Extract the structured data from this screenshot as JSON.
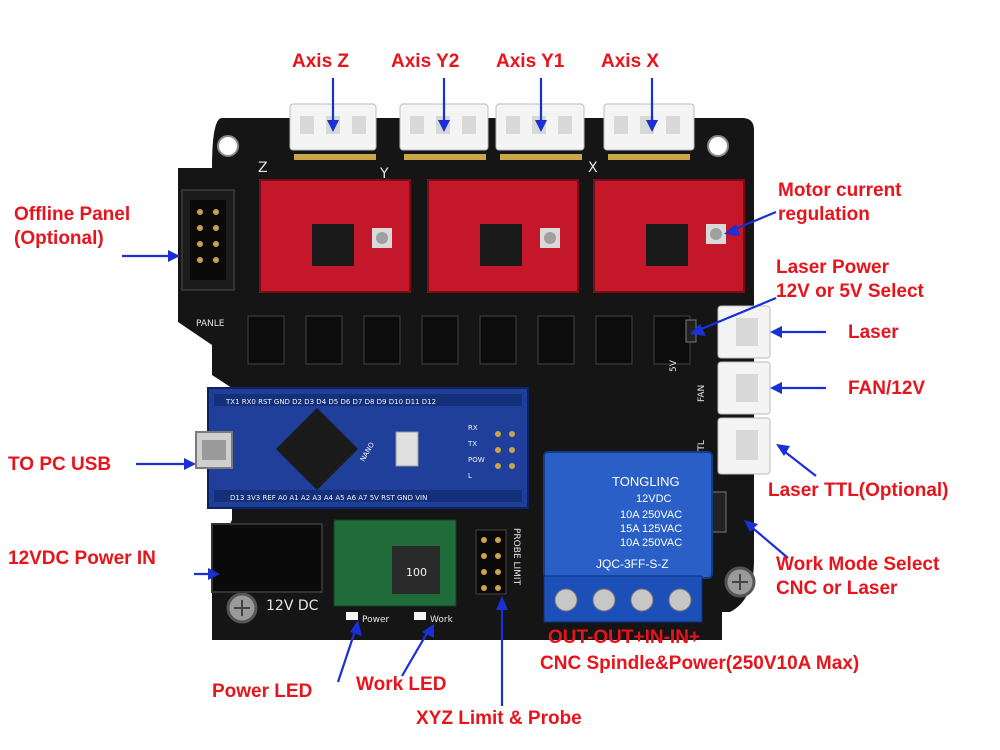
{
  "labels": {
    "axis_z": "Axis Z",
    "axis_y2": "Axis Y2",
    "axis_y1": "Axis Y1",
    "axis_x": "Axis X",
    "offline_panel_1": "Offline Panel",
    "offline_panel_2": "(Optional)",
    "motor_current_1": "Motor current",
    "motor_current_2": "regulation",
    "laser_power_1": "Laser Power",
    "laser_power_2": "12V or 5V Select",
    "laser": "Laser",
    "fan": "FAN/12V",
    "to_pc_usb": "TO PC USB",
    "laser_ttl": "Laser TTL(Optional)",
    "power_in": "12VDC Power IN",
    "work_mode_1": "Work Mode Select",
    "work_mode_2": "CNC or Laser",
    "out_in": "OUT-OUT+IN-IN+",
    "spindle": "CNC Spindle&Power(250V10A Max)",
    "power_led": "Power LED",
    "work_led": "Work LED",
    "limit_probe": "XYZ Limit & Probe"
  },
  "board": {
    "silk_z": "Z",
    "silk_y": "Y",
    "silk_x": "X",
    "silk_panel": "PANLE",
    "silk_12vdc": "12V DC",
    "silk_power": "Power",
    "silk_work": "Work",
    "silk_probe_limit": "PROBE LIMIT",
    "silk_fan": "FAN",
    "silk_ttl": "TTL",
    "silk_5v": "5V",
    "nano_label": "NANO",
    "nano_top_pins": "TX1 RX0 RST GND D2 D3 D4 D5 D6 D7 D8 D9 D10 D11 D12",
    "nano_bottom_pins": "D13 3V3 REF A0 A1 A2 A3 A4 A5 A6 A7 5V RST GND VIN",
    "nano_leds": [
      "RX",
      "TX",
      "POW",
      "L"
    ],
    "relay_brand": "TONGLING",
    "relay_lines": [
      "12VDC",
      "10A 250VAC",
      "15A 125VAC",
      "10A 250VAC"
    ],
    "relay_model": "JQC-3FF-S-Z",
    "inductor_mark": "100"
  },
  "colors": {
    "label_red": "#e8141c",
    "arrow_blue": "#1a2fd4",
    "pcb_black": "#151515",
    "driver_red": "#c4182a",
    "nano_blue": "#1f3f9a",
    "relay_blue": "#2a5fc7",
    "terminal_blue": "#1d4fb8",
    "converter_green": "#1f6b3a"
  }
}
